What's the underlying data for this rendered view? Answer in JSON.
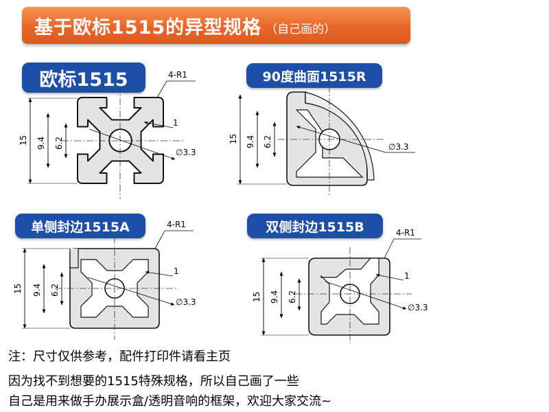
{
  "banner": {
    "title": "基于欧标1515的异型规格",
    "subtitle": "（自己画的）"
  },
  "profiles": [
    {
      "label": "欧标1515",
      "dim_total": "15",
      "dim_mid": "9.4",
      "dim_inner": "6.2",
      "dim_slot": "1",
      "dim_hole": "∅3.3",
      "radius": "4-R1"
    },
    {
      "label": "90度曲面1515R",
      "dim_total": "15",
      "dim_mid": "9.4",
      "dim_inner": "6.2",
      "dim_hole": "∅3.3"
    },
    {
      "label": "单侧封边1515A",
      "dim_total": "15",
      "dim_mid": "9.4",
      "dim_inner": "6.2",
      "dim_slot": "1",
      "dim_hole": "∅3.3",
      "radius": "4-R1"
    },
    {
      "label": "双侧封边1515B",
      "dim_total": "15",
      "dim_mid": "9.4",
      "dim_inner": "6.2",
      "dim_slot": "1",
      "dim_hole": "∅3.3",
      "radius": "4-R1"
    }
  ],
  "notes": [
    "注：尺寸仅供参考，配件打印件请看主页",
    "因为找不到想要的1515特殊规格，所以自己画了一些",
    "自己是用来做手办展示盒/透明音响的框架，欢迎大家交流~"
  ],
  "colors": {
    "banner": "#e8662a",
    "label": "#1d4ea8",
    "profile_fill": "#e4e4e4"
  }
}
